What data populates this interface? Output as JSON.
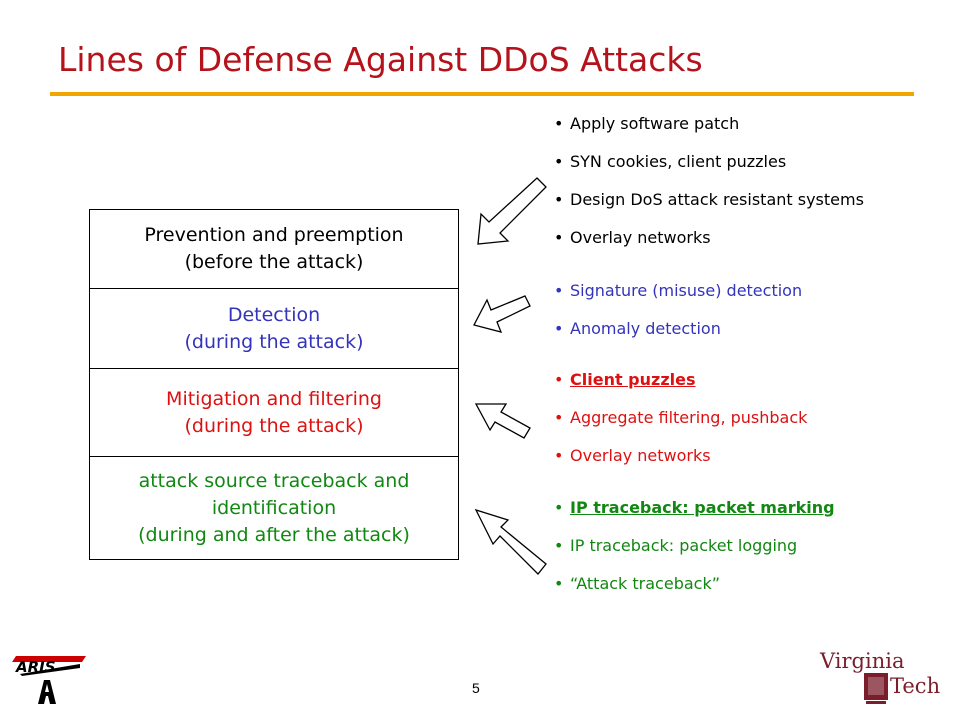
{
  "title": "Lines of Defense Against DDoS Attacks",
  "colors": {
    "title": "#b5121b",
    "rule": "#f0a500",
    "black": "#000000",
    "blue": "#3333bb",
    "red": "#dd1111",
    "green": "#118811"
  },
  "layers": [
    {
      "line1": "Prevention and preemption",
      "line2": "(before the attack)",
      "line3": ""
    },
    {
      "line1": "Detection",
      "line2": "(during the attack)",
      "line3": ""
    },
    {
      "line1": "Mitigation and filtering",
      "line2": "(during the attack)",
      "line3": ""
    },
    {
      "line1": "attack source traceback and",
      "line2": "identification",
      "line3": "(during and after the attack)"
    }
  ],
  "groups": [
    {
      "items": [
        "Apply software patch",
        "SYN cookies, client puzzles",
        "Design DoS attack resistant systems",
        "Overlay networks"
      ]
    },
    {
      "items": [
        "Signature (misuse) detection",
        "Anomaly detection"
      ]
    },
    {
      "items": [
        "Client puzzles",
        "Aggregate filtering, pushback",
        "Overlay networks"
      ]
    },
    {
      "items": [
        "IP traceback: packet marking",
        "IP traceback: packet logging",
        "“Attack traceback”"
      ]
    }
  ],
  "page_number": "5",
  "logos": {
    "left": "ARIS",
    "right_line1": "Virginia",
    "right_line2": "Tech"
  }
}
